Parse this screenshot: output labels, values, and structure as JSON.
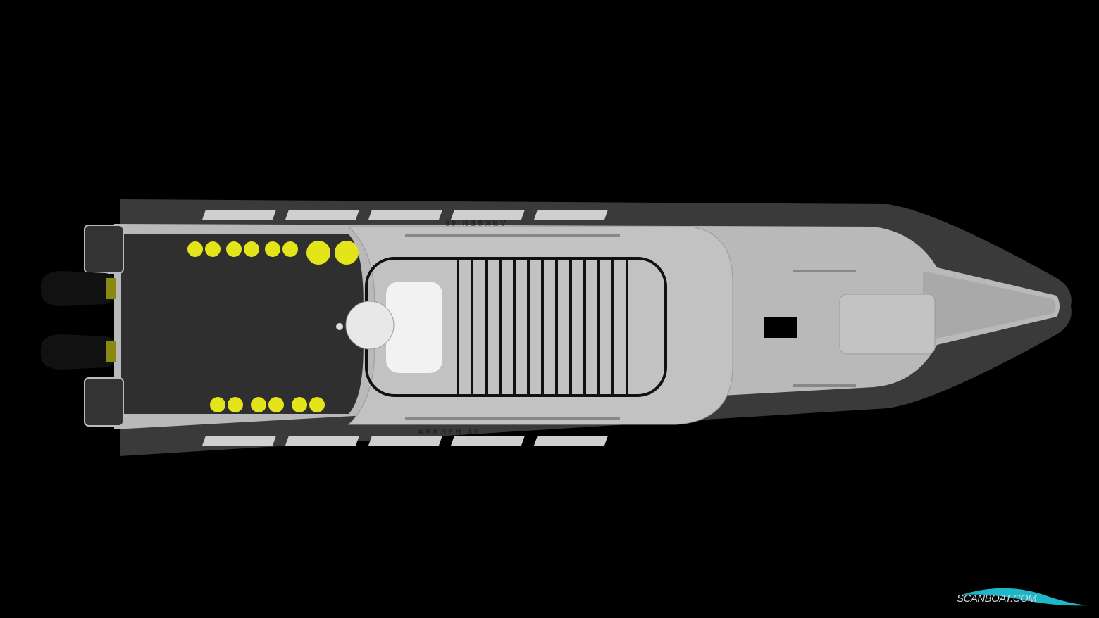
{
  "image": {
    "subject": "boat-top-view-render",
    "hull_label": "ARKSEN 45",
    "watermark": "SCANBOAT.COM",
    "colors": {
      "background": "#000000",
      "tube": "#3a3a3a",
      "deck": "#b9b9b9",
      "cockpit_floor": "#2f2f2f",
      "fenders": "#e6e619",
      "watermark_wave": "#1fb6c8"
    }
  }
}
